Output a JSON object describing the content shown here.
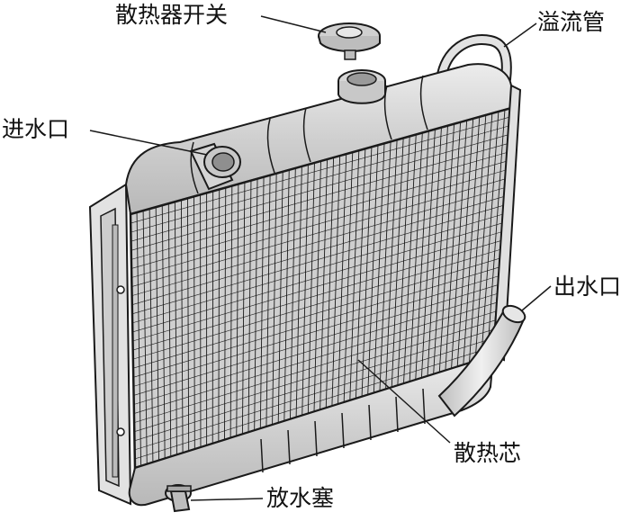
{
  "labels": {
    "radiator_cap": "散热器开关",
    "overflow_pipe": "溢流管",
    "inlet": "进水口",
    "outlet": "出水口",
    "core": "散热芯",
    "drain_plug": "放水塞"
  },
  "colors": {
    "stroke": "#1a1a1a",
    "tank_fill": "#d9d9d9",
    "core_fill": "#cfcfcf",
    "frame_fill": "#e6e6e6",
    "hose_fill": "#dcdcdc"
  }
}
